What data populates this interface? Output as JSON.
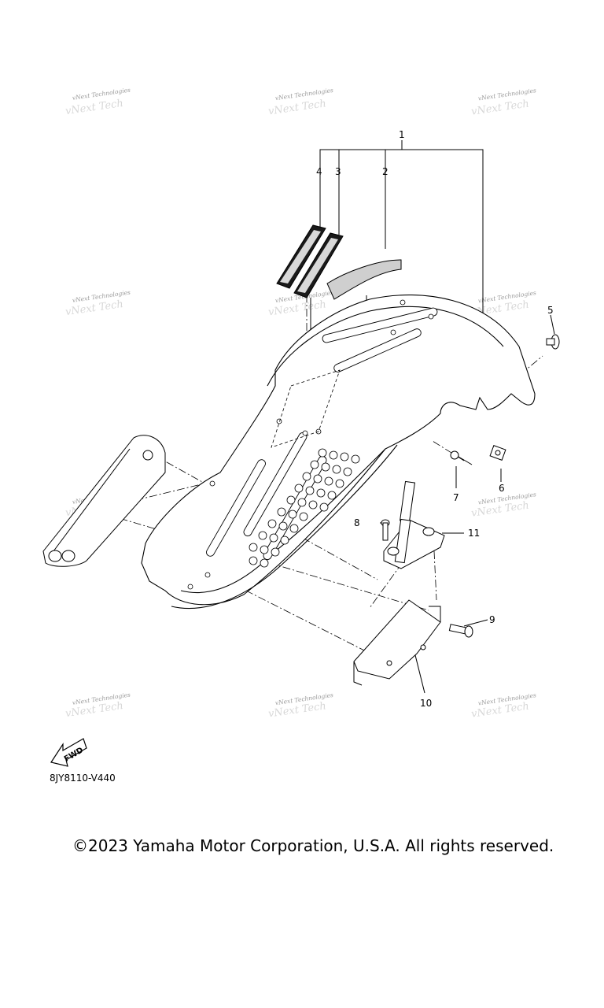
{
  "diagram": {
    "callouts": [
      "1",
      "2",
      "3",
      "4",
      "5",
      "6",
      "7",
      "8",
      "9",
      "10",
      "11"
    ],
    "fwd_label": "FWD",
    "diagram_code": "8JY8110-V440",
    "watermark": "vNext Technologies"
  },
  "footer": {
    "copyright": "©2023 Yamaha Motor Corporation, U.S.A. All rights reserved."
  }
}
